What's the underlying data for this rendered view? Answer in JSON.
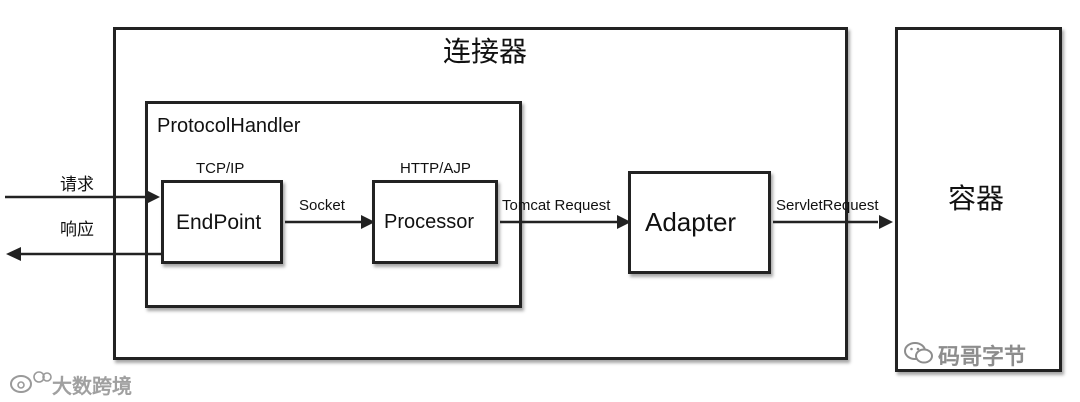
{
  "connector": {
    "title": "连接器"
  },
  "protocol_handler": {
    "title": "ProtocolHandler"
  },
  "container": {
    "title": "容器"
  },
  "endpoint": {
    "name": "EndPoint",
    "protocol": "TCP/IP"
  },
  "processor": {
    "name": "Processor",
    "protocol": "HTTP/AJP"
  },
  "adapter": {
    "name": "Adapter"
  },
  "flows": {
    "request": "请求",
    "response": "响应",
    "socket": "Socket",
    "tomcat_request": "Tomcat Request",
    "servlet_request": "ServletRequest"
  },
  "watermarks": {
    "wechat_account": "码哥字节",
    "corner": "大数跨境"
  },
  "icons": {
    "arrowhead": "arrow-head-icon",
    "wechat": "wechat-icon",
    "corner_logo": "weibo-logo-icon"
  }
}
